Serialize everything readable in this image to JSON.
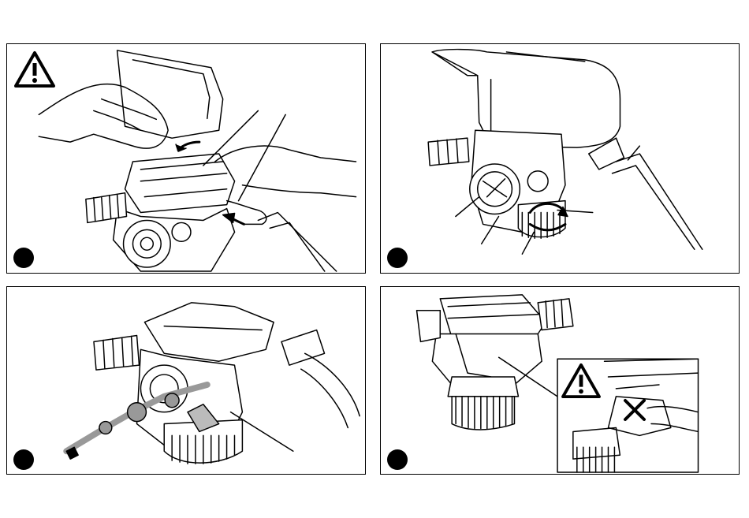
{
  "page": {
    "panels": [
      {
        "id": "panel-1",
        "has_warning": true
      },
      {
        "id": "panel-2",
        "has_warning": false
      },
      {
        "id": "panel-3",
        "has_warning": false
      },
      {
        "id": "panel-4",
        "has_warning": true
      }
    ]
  },
  "icons": {
    "warning": "warning-triangle-icon",
    "step": "step-marker-icon",
    "prohibited": "cross-mark-icon"
  },
  "colors": {
    "line": "#000000",
    "background": "#ffffff"
  }
}
